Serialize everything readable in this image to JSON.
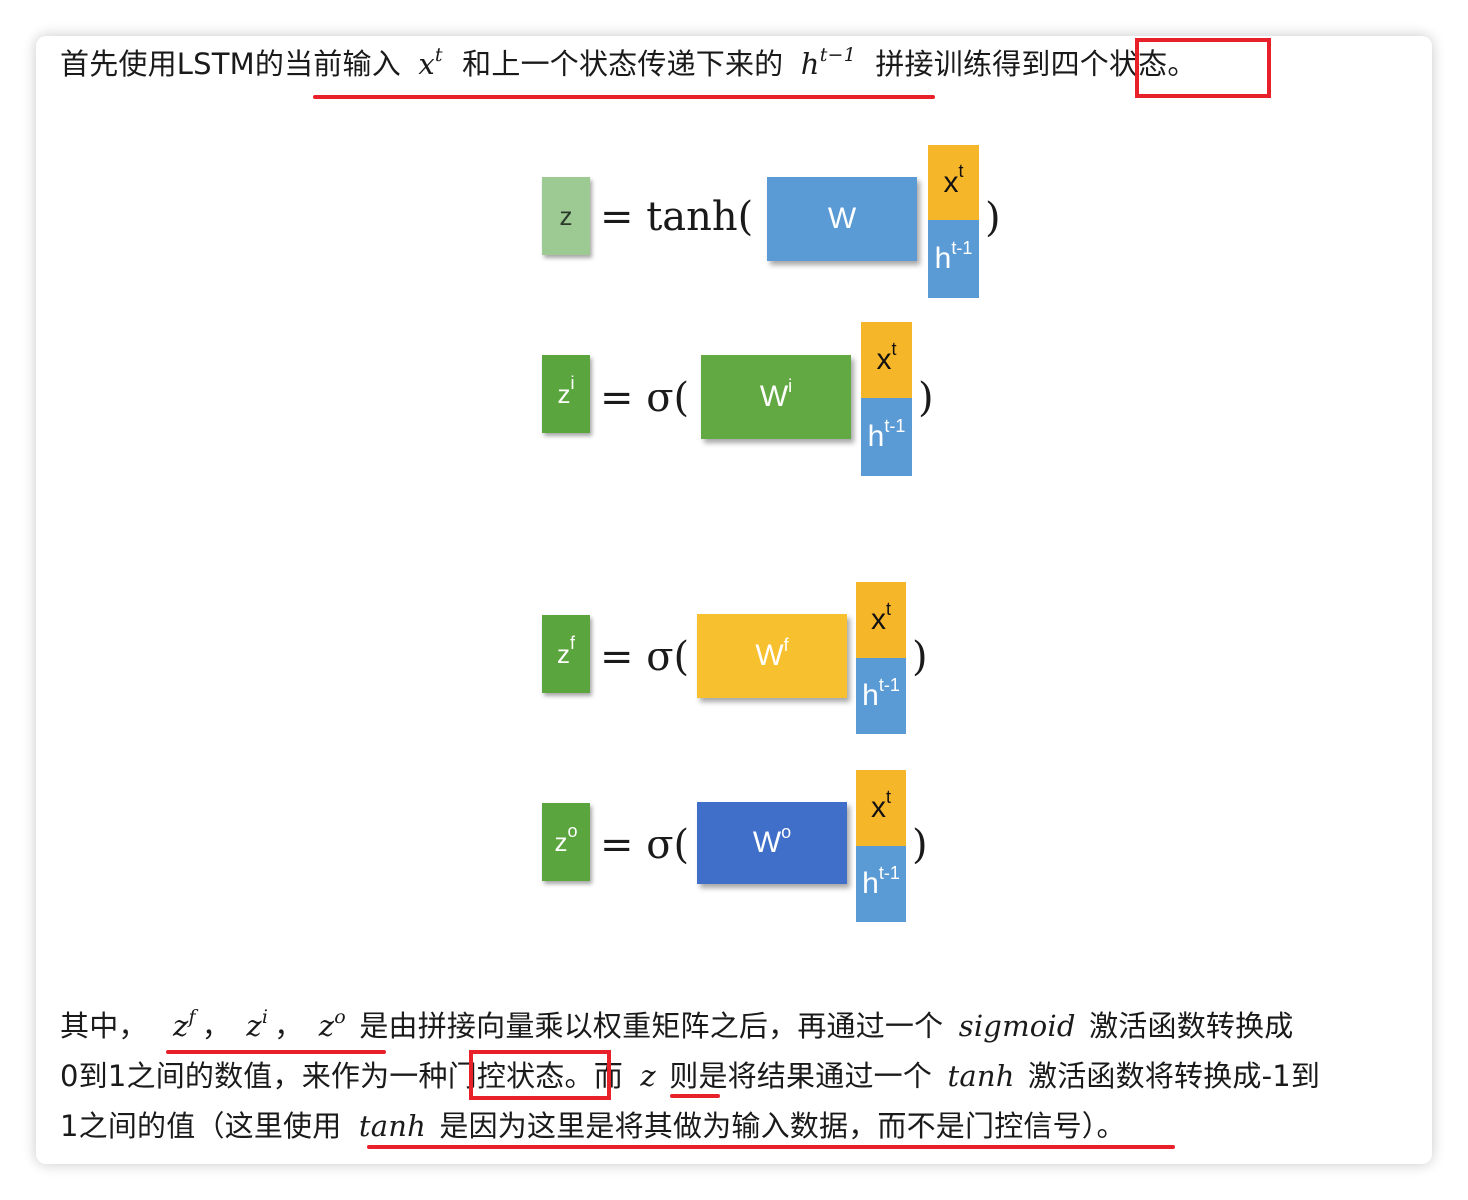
{
  "intro": {
    "text_a": "首先使用LSTM的",
    "text_b": "当前输入",
    "math_x": "x",
    "sup_t": "t",
    "text_c": "和上一个状态传递下来的",
    "math_h": "h",
    "sup_tm1": "t−1",
    "text_d": "拼接训练得到",
    "text_e": "四个状态",
    "text_f": "。"
  },
  "equations": [
    {
      "lhs": "z",
      "lhs_sup": "",
      "op": "= tanh(",
      "w": "W",
      "w_sup": "",
      "x": "x",
      "x_sup": "t",
      "h": "h",
      "h_sup": "t-1",
      "close": ")"
    },
    {
      "lhs": "z",
      "lhs_sup": "i",
      "op": "= σ(",
      "w": "W",
      "w_sup": "i",
      "x": "x",
      "x_sup": "t",
      "h": "h",
      "h_sup": "t-1",
      "close": ")"
    },
    {
      "lhs": "z",
      "lhs_sup": "f",
      "op": "= σ(",
      "w": "W",
      "w_sup": "f",
      "x": "x",
      "x_sup": "t",
      "h": "h",
      "h_sup": "t-1",
      "close": ")"
    },
    {
      "lhs": "z",
      "lhs_sup": "o",
      "op": "= σ(",
      "w": "W",
      "w_sup": "o",
      "x": "x",
      "x_sup": "t",
      "h": "h",
      "h_sup": "t-1",
      "close": ")"
    }
  ],
  "paragraph": {
    "l1_a": "其中，",
    "zf": "z",
    "zf_sup": "f",
    "comma1": "，",
    "zi": "z",
    "zi_sup": "i",
    "comma2": "，",
    "zo": "z",
    "zo_sup": "o",
    "l1_b": "是由拼接向量乘以权重矩阵之后，再通过一个",
    "sigmoid": "sigmoid",
    "l1_c": "激活函数转换成",
    "l2_a": "0到1之间的数值，来作为一种",
    "l2_b": "门控状态",
    "l2_c": "。而",
    "z": "z",
    "l2_d": "则是将结果通过一个",
    "tanh1": "tanh",
    "l2_e": "激活函数将转换成-1到",
    "l3_a": "1之间的值（这里使用",
    "tanh2": "tanh",
    "l3_b": "是因为这里是将其做为输入数据，而不是门控信号）。"
  },
  "colors": {
    "z_tanh": "#9dc993",
    "z_gate": "#5aa53d",
    "w_tanh": "#5b9bd5",
    "w_i": "#63a943",
    "w_f": "#f7c02e",
    "w_o": "#3f6fc9",
    "x_block": "#f6b62a",
    "h_block": "#5b9bd5",
    "highlight": "#e8202a"
  }
}
